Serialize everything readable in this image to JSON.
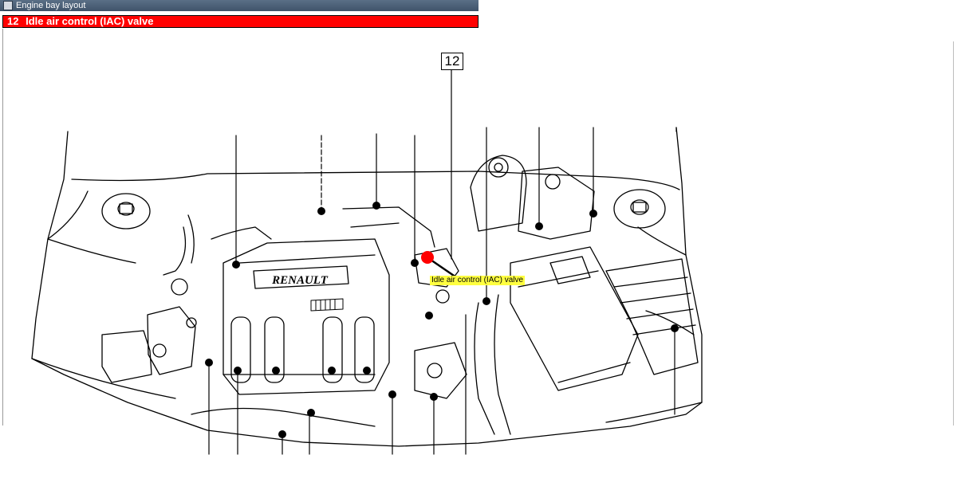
{
  "window": {
    "title": "Engine bay layout"
  },
  "header": {
    "number": "12",
    "title": "Idle air control (IAC) valve"
  },
  "diagram": {
    "callout_number": "12",
    "brand_badge": "RENAULT",
    "tooltip": "Idle air control (IAC) valve",
    "highlight_color": "#ff0000",
    "tooltip_color": "#ffff40"
  }
}
